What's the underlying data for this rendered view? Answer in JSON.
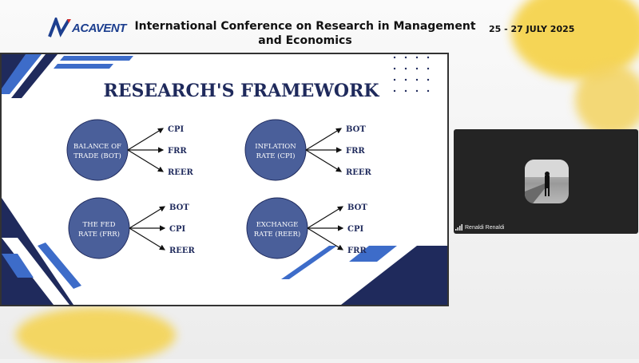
{
  "header": {
    "logo_text": "ACAVENT",
    "title": "International Conference on Research in Management and Economics",
    "date": "25 - 27 JULY 2025"
  },
  "slide": {
    "title": "RESEARCH'S FRAMEWORK",
    "nodes": [
      {
        "label_line1": "BALANCE OF",
        "label_line2": "TRADE (BOT)",
        "targets": [
          "CPI",
          "FRR",
          "REER"
        ]
      },
      {
        "label_line1": "INFLATION",
        "label_line2": "RATE (CPI)",
        "targets": [
          "BOT",
          "FRR",
          "REER"
        ]
      },
      {
        "label_line1": "THE FED",
        "label_line2": "RATE (FRR)",
        "targets": [
          "BOT",
          "CPI",
          "REER"
        ]
      },
      {
        "label_line1": "EXCHANGE",
        "label_line2": "RATE (REER)",
        "targets": [
          "BOT",
          "CPI",
          "FRR"
        ]
      }
    ],
    "colors": {
      "navy": "#1f2a5c",
      "circle": "#4a5f9a",
      "accent": "#3d6cc9"
    }
  },
  "participant": {
    "name": "Renaldi Renaldi"
  }
}
